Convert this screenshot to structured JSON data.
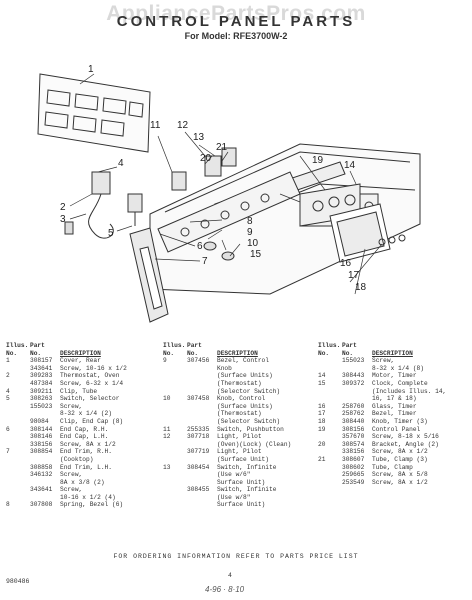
{
  "watermark": "AppliancePartsPros.com",
  "header": {
    "title": "CONTROL PANEL PARTS",
    "model": "For Model: RFE3700W-2"
  },
  "diagram": {
    "callouts": [
      "1",
      "2",
      "3",
      "4",
      "5",
      "6",
      "7",
      "8",
      "9",
      "10",
      "11",
      "12",
      "13",
      "14",
      "15",
      "16",
      "17",
      "18",
      "19",
      "20",
      "21"
    ]
  },
  "table": {
    "headers": {
      "illus": "Illus.",
      "no": "No.",
      "part": "Part",
      "desc": "DESCRIPTION"
    },
    "columns": [
      [
        [
          "1",
          "308157",
          "Cover, Rear"
        ],
        [
          "",
          "343641",
          "Screw, 10-16 x 1/2"
        ],
        [
          "2",
          "309283",
          "Thermostat, Oven"
        ],
        [
          "",
          "487384",
          "Screw, 6-32 x 1/4"
        ],
        [
          "4",
          "309211",
          "Clip, Tube"
        ],
        [
          "5",
          "308263",
          "Switch, Selector"
        ],
        [
          "",
          "155023",
          "Screw,"
        ],
        [
          "",
          "",
          "8-32 x 1/4 (2)"
        ],
        [
          "",
          "98084",
          "Clip, End Cap (8)"
        ],
        [
          "6",
          "308144",
          "End Cap, R.H."
        ],
        [
          "",
          "308146",
          "End Cap, L.H."
        ],
        [
          "",
          "338156",
          "Screw, 8A x 1/2"
        ],
        [
          "7",
          "308854",
          "End Trim, R.H."
        ],
        [
          "",
          "",
          "(Cooktop)"
        ],
        [
          "",
          "308858",
          "End Trim, L.H."
        ],
        [
          "",
          "346132",
          "Screw,"
        ],
        [
          "",
          "",
          "8A x 3/8 (2)"
        ],
        [
          "",
          "343641",
          "Screw,"
        ],
        [
          "",
          "",
          "10-16 x 1/2 (4)"
        ],
        [
          "8",
          "307808",
          "Spring, Bezel (6)"
        ]
      ],
      [
        [
          "9",
          "307456",
          "Bezel, Control"
        ],
        [
          "",
          "",
          "Knob"
        ],
        [
          "",
          "",
          "(Surface Units)"
        ],
        [
          "",
          "",
          "(Thermostat)"
        ],
        [
          "",
          "",
          "(Selector Switch)"
        ],
        [
          "10",
          "307458",
          "Knob, Control"
        ],
        [
          "",
          "",
          "(Surface Units)"
        ],
        [
          "",
          "",
          "(Thermostat)"
        ],
        [
          "",
          "",
          "(Selector Switch)"
        ],
        [
          "11",
          "255335",
          "Switch, Pushbutton"
        ],
        [
          "12",
          "307718",
          "Light, Pilot"
        ],
        [
          "",
          "",
          "(Oven)(Lock) (Clean)"
        ],
        [
          "",
          "307719",
          "Light, Pilot"
        ],
        [
          "",
          "",
          "(Surface Unit)"
        ],
        [
          "13",
          "308454",
          "Switch, Infinite"
        ],
        [
          "",
          "",
          "(Use w/6\""
        ],
        [
          "",
          "",
          "Surface Unit)"
        ],
        [
          "",
          "308455",
          "Switch, Infinite"
        ],
        [
          "",
          "",
          "(Use w/8\""
        ],
        [
          "",
          "",
          "Surface Unit)"
        ]
      ],
      [
        [
          "",
          "155023",
          "Screw,"
        ],
        [
          "",
          "",
          "8-32 x 1/4 (8)"
        ],
        [
          "14",
          "308443",
          "Motor, Timer"
        ],
        [
          "15",
          "309372",
          "Clock, Complete"
        ],
        [
          "",
          "",
          "(Includes Illus. 14,"
        ],
        [
          "",
          "",
          "16, 17 & 18)"
        ],
        [
          "16",
          "258760",
          "Glass, Timer"
        ],
        [
          "17",
          "258762",
          "Bezel, Timer"
        ],
        [
          "18",
          "308440",
          "Knob, Timer (3)"
        ],
        [
          "19",
          "308156",
          "Control Panel"
        ],
        [
          "",
          "357670",
          "Screw, 8-18 x 5/16"
        ],
        [
          "20",
          "308574",
          "Bracket, Angle (2)"
        ],
        [
          "",
          "338156",
          "Screw, 8A x 1/2"
        ],
        [
          "21",
          "308607",
          "Tube, Clamp (3)"
        ],
        [
          "",
          "308602",
          "Tube, Clamp"
        ],
        [
          "",
          "259665",
          "Screw, 8A x 5/8"
        ],
        [
          "",
          "253549",
          "Screw, 8A x 1/2"
        ]
      ]
    ]
  },
  "footer": {
    "ordering": "FOR ORDERING INFORMATION REFER TO PARTS PRICE LIST",
    "doc_number": "980486",
    "page": "4",
    "date_mark": "4-96 · 8·10"
  }
}
